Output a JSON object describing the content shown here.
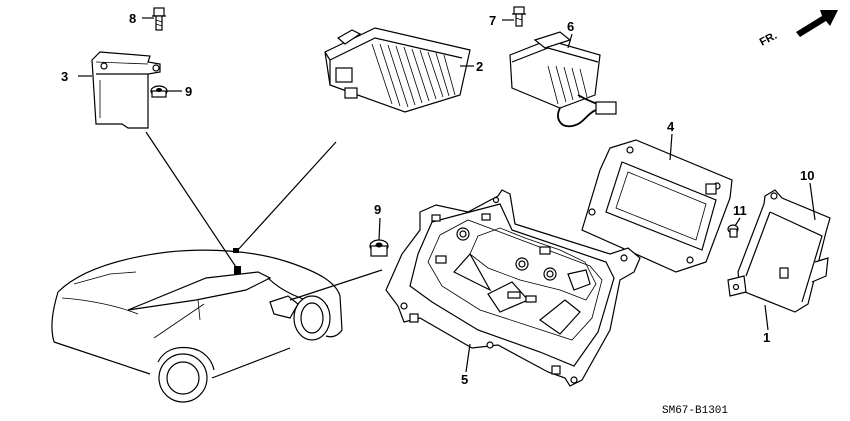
{
  "diagram": {
    "code": "SM67-B1301",
    "direction_label": "FR.",
    "callouts": [
      "1",
      "2",
      "3",
      "4",
      "5",
      "6",
      "7",
      "8",
      "9",
      "9",
      "10",
      "11"
    ]
  }
}
